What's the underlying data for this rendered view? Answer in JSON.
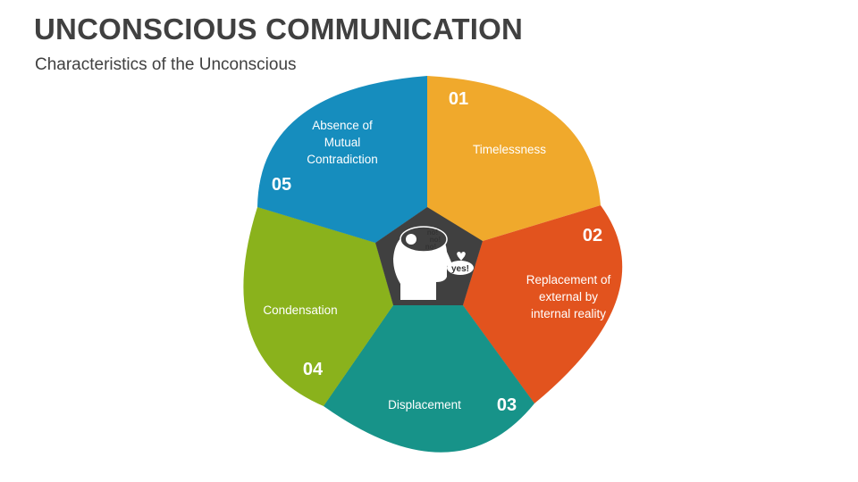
{
  "header": {
    "title": "UNCONSCIOUS COMMUNICATION",
    "subtitle": "Characteristics of the Unconscious"
  },
  "center": {
    "icon": "head-thinking-icon",
    "bubble": [
      "no!",
      "no!",
      "no!"
    ],
    "reply": "yes!"
  },
  "segments": [
    {
      "number": "01",
      "lines": [
        "Timelessness"
      ],
      "color": "#F0A92C",
      "shade": "#C98A12"
    },
    {
      "number": "02",
      "lines": [
        "Replacement of",
        "external by",
        "internal reality"
      ],
      "color": "#E2531E",
      "shade": "#B23E12"
    },
    {
      "number": "03",
      "lines": [
        "Displacement"
      ],
      "color": "#179389",
      "shade": "#0E6E66"
    },
    {
      "number": "04",
      "lines": [
        "Condensation"
      ],
      "color": "#8AB21C",
      "shade": "#66860F"
    },
    {
      "number": "05",
      "lines": [
        "Absence of",
        "Mutual",
        "Contradiction"
      ],
      "color": "#168DBE",
      "shade": "#0E6A90"
    }
  ]
}
